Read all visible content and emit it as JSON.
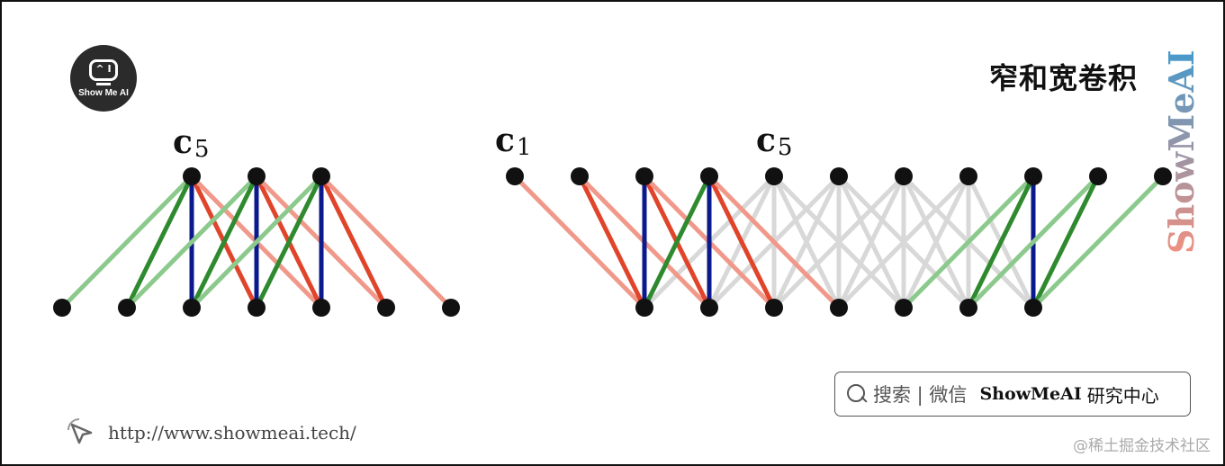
{
  "logo": {
    "text": "Show Me AI"
  },
  "title": "窄和宽卷积",
  "watermark": {
    "text": "ShowMeAI",
    "color_top": "#3a9ad0",
    "color_bottom": "#f09080"
  },
  "diagrams": {
    "narrow": {
      "label_main": "c",
      "label_sub": "5"
    },
    "wide": {
      "label_c1_main": "c",
      "label_c1_sub": "1",
      "label_c5_main": "c",
      "label_c5_sub": "5"
    }
  },
  "colors": {
    "node": "#111111",
    "blue": "#0a1a8c",
    "green_dark": "#2f8a2f",
    "green_light": "#8cc98c",
    "red_dark": "#e0442a",
    "red_light": "#f0998a",
    "gray": "#d8d8d8"
  },
  "search": {
    "prefix": "搜索 | 微信",
    "brand": "ShowMeAI",
    "suffix": "研究中心"
  },
  "url": "http://www.showmeai.tech/",
  "credit": "@稀土掘金技术社区"
}
